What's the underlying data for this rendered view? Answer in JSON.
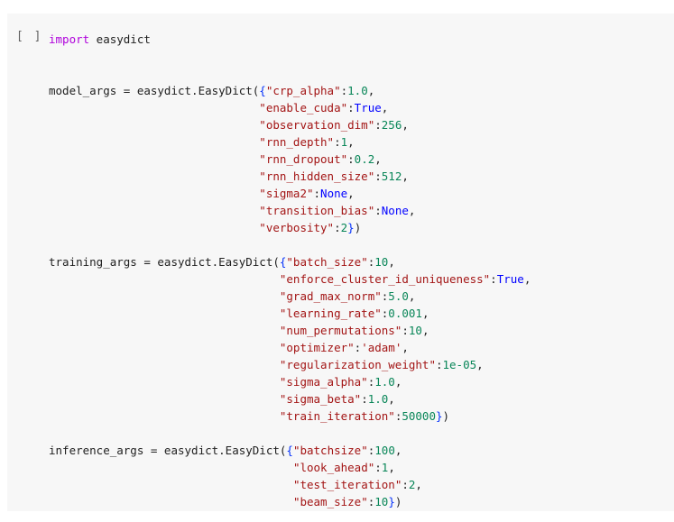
{
  "cell": {
    "run_indicator": "[ ]",
    "lines": [
      [
        {
          "t": "import",
          "c": "kw"
        },
        {
          "t": " easydict",
          "c": "punc"
        }
      ],
      [],
      [],
      [
        {
          "t": "model_args = easydict.EasyDict(",
          "c": "punc"
        },
        {
          "t": "{",
          "c": "br1"
        },
        {
          "t": "\"crp_alpha\"",
          "c": "str"
        },
        {
          "t": ":",
          "c": "punc"
        },
        {
          "t": "1.0",
          "c": "num"
        },
        {
          "t": ",",
          "c": "punc"
        }
      ],
      [
        {
          "t": "                               ",
          "c": "punc"
        },
        {
          "t": "\"enable_cuda\"",
          "c": "str"
        },
        {
          "t": ":",
          "c": "punc"
        },
        {
          "t": "True",
          "c": "const"
        },
        {
          "t": ",",
          "c": "punc"
        }
      ],
      [
        {
          "t": "                               ",
          "c": "punc"
        },
        {
          "t": "\"observation_dim\"",
          "c": "str"
        },
        {
          "t": ":",
          "c": "punc"
        },
        {
          "t": "256",
          "c": "num"
        },
        {
          "t": ",",
          "c": "punc"
        }
      ],
      [
        {
          "t": "                               ",
          "c": "punc"
        },
        {
          "t": "\"rnn_depth\"",
          "c": "str"
        },
        {
          "t": ":",
          "c": "punc"
        },
        {
          "t": "1",
          "c": "num"
        },
        {
          "t": ",",
          "c": "punc"
        }
      ],
      [
        {
          "t": "                               ",
          "c": "punc"
        },
        {
          "t": "\"rnn_dropout\"",
          "c": "str"
        },
        {
          "t": ":",
          "c": "punc"
        },
        {
          "t": "0.2",
          "c": "num"
        },
        {
          "t": ",",
          "c": "punc"
        }
      ],
      [
        {
          "t": "                               ",
          "c": "punc"
        },
        {
          "t": "\"rnn_hidden_size\"",
          "c": "str"
        },
        {
          "t": ":",
          "c": "punc"
        },
        {
          "t": "512",
          "c": "num"
        },
        {
          "t": ",",
          "c": "punc"
        }
      ],
      [
        {
          "t": "                               ",
          "c": "punc"
        },
        {
          "t": "\"sigma2\"",
          "c": "str"
        },
        {
          "t": ":",
          "c": "punc"
        },
        {
          "t": "None",
          "c": "const"
        },
        {
          "t": ",",
          "c": "punc"
        }
      ],
      [
        {
          "t": "                               ",
          "c": "punc"
        },
        {
          "t": "\"transition_bias\"",
          "c": "str"
        },
        {
          "t": ":",
          "c": "punc"
        },
        {
          "t": "None",
          "c": "const"
        },
        {
          "t": ",",
          "c": "punc"
        }
      ],
      [
        {
          "t": "                               ",
          "c": "punc"
        },
        {
          "t": "\"verbosity\"",
          "c": "str"
        },
        {
          "t": ":",
          "c": "punc"
        },
        {
          "t": "2",
          "c": "num"
        },
        {
          "t": "}",
          "c": "br1"
        },
        {
          "t": ")",
          "c": "punc"
        }
      ],
      [],
      [
        {
          "t": "training_args = easydict.EasyDict(",
          "c": "punc"
        },
        {
          "t": "{",
          "c": "br1"
        },
        {
          "t": "\"batch_size\"",
          "c": "str"
        },
        {
          "t": ":",
          "c": "punc"
        },
        {
          "t": "10",
          "c": "num"
        },
        {
          "t": ",",
          "c": "punc"
        }
      ],
      [
        {
          "t": "                                  ",
          "c": "punc"
        },
        {
          "t": "\"enforce_cluster_id_uniqueness\"",
          "c": "str"
        },
        {
          "t": ":",
          "c": "punc"
        },
        {
          "t": "True",
          "c": "const"
        },
        {
          "t": ",",
          "c": "punc"
        }
      ],
      [
        {
          "t": "                                  ",
          "c": "punc"
        },
        {
          "t": "\"grad_max_norm\"",
          "c": "str"
        },
        {
          "t": ":",
          "c": "punc"
        },
        {
          "t": "5.0",
          "c": "num"
        },
        {
          "t": ",",
          "c": "punc"
        }
      ],
      [
        {
          "t": "                                  ",
          "c": "punc"
        },
        {
          "t": "\"learning_rate\"",
          "c": "str"
        },
        {
          "t": ":",
          "c": "punc"
        },
        {
          "t": "0.001",
          "c": "num"
        },
        {
          "t": ",",
          "c": "punc"
        }
      ],
      [
        {
          "t": "                                  ",
          "c": "punc"
        },
        {
          "t": "\"num_permutations\"",
          "c": "str"
        },
        {
          "t": ":",
          "c": "punc"
        },
        {
          "t": "10",
          "c": "num"
        },
        {
          "t": ",",
          "c": "punc"
        }
      ],
      [
        {
          "t": "                                  ",
          "c": "punc"
        },
        {
          "t": "\"optimizer\"",
          "c": "str"
        },
        {
          "t": ":",
          "c": "punc"
        },
        {
          "t": "'adam'",
          "c": "str"
        },
        {
          "t": ",",
          "c": "punc"
        }
      ],
      [
        {
          "t": "                                  ",
          "c": "punc"
        },
        {
          "t": "\"regularization_weight\"",
          "c": "str"
        },
        {
          "t": ":",
          "c": "punc"
        },
        {
          "t": "1e-05",
          "c": "num"
        },
        {
          "t": ",",
          "c": "punc"
        }
      ],
      [
        {
          "t": "                                  ",
          "c": "punc"
        },
        {
          "t": "\"sigma_alpha\"",
          "c": "str"
        },
        {
          "t": ":",
          "c": "punc"
        },
        {
          "t": "1.0",
          "c": "num"
        },
        {
          "t": ",",
          "c": "punc"
        }
      ],
      [
        {
          "t": "                                  ",
          "c": "punc"
        },
        {
          "t": "\"sigma_beta\"",
          "c": "str"
        },
        {
          "t": ":",
          "c": "punc"
        },
        {
          "t": "1.0",
          "c": "num"
        },
        {
          "t": ",",
          "c": "punc"
        }
      ],
      [
        {
          "t": "                                  ",
          "c": "punc"
        },
        {
          "t": "\"train_iteration\"",
          "c": "str"
        },
        {
          "t": ":",
          "c": "punc"
        },
        {
          "t": "50000",
          "c": "num"
        },
        {
          "t": "}",
          "c": "br1"
        },
        {
          "t": ")",
          "c": "punc"
        }
      ],
      [],
      [
        {
          "t": "inference_args = easydict.EasyDict(",
          "c": "punc"
        },
        {
          "t": "{",
          "c": "br1"
        },
        {
          "t": "\"batchsize\"",
          "c": "str"
        },
        {
          "t": ":",
          "c": "punc"
        },
        {
          "t": "100",
          "c": "num"
        },
        {
          "t": ",",
          "c": "punc"
        }
      ],
      [
        {
          "t": "                                    ",
          "c": "punc"
        },
        {
          "t": "\"look_ahead\"",
          "c": "str"
        },
        {
          "t": ":",
          "c": "punc"
        },
        {
          "t": "1",
          "c": "num"
        },
        {
          "t": ",",
          "c": "punc"
        }
      ],
      [
        {
          "t": "                                    ",
          "c": "punc"
        },
        {
          "t": "\"test_iteration\"",
          "c": "str"
        },
        {
          "t": ":",
          "c": "punc"
        },
        {
          "t": "2",
          "c": "num"
        },
        {
          "t": ",",
          "c": "punc"
        }
      ],
      [
        {
          "t": "                                    ",
          "c": "punc"
        },
        {
          "t": "\"beam_size\"",
          "c": "str"
        },
        {
          "t": ":",
          "c": "punc"
        },
        {
          "t": "10",
          "c": "num"
        },
        {
          "t": "}",
          "c": "br1"
        },
        {
          "t": ")",
          "c": "punc"
        }
      ]
    ]
  }
}
